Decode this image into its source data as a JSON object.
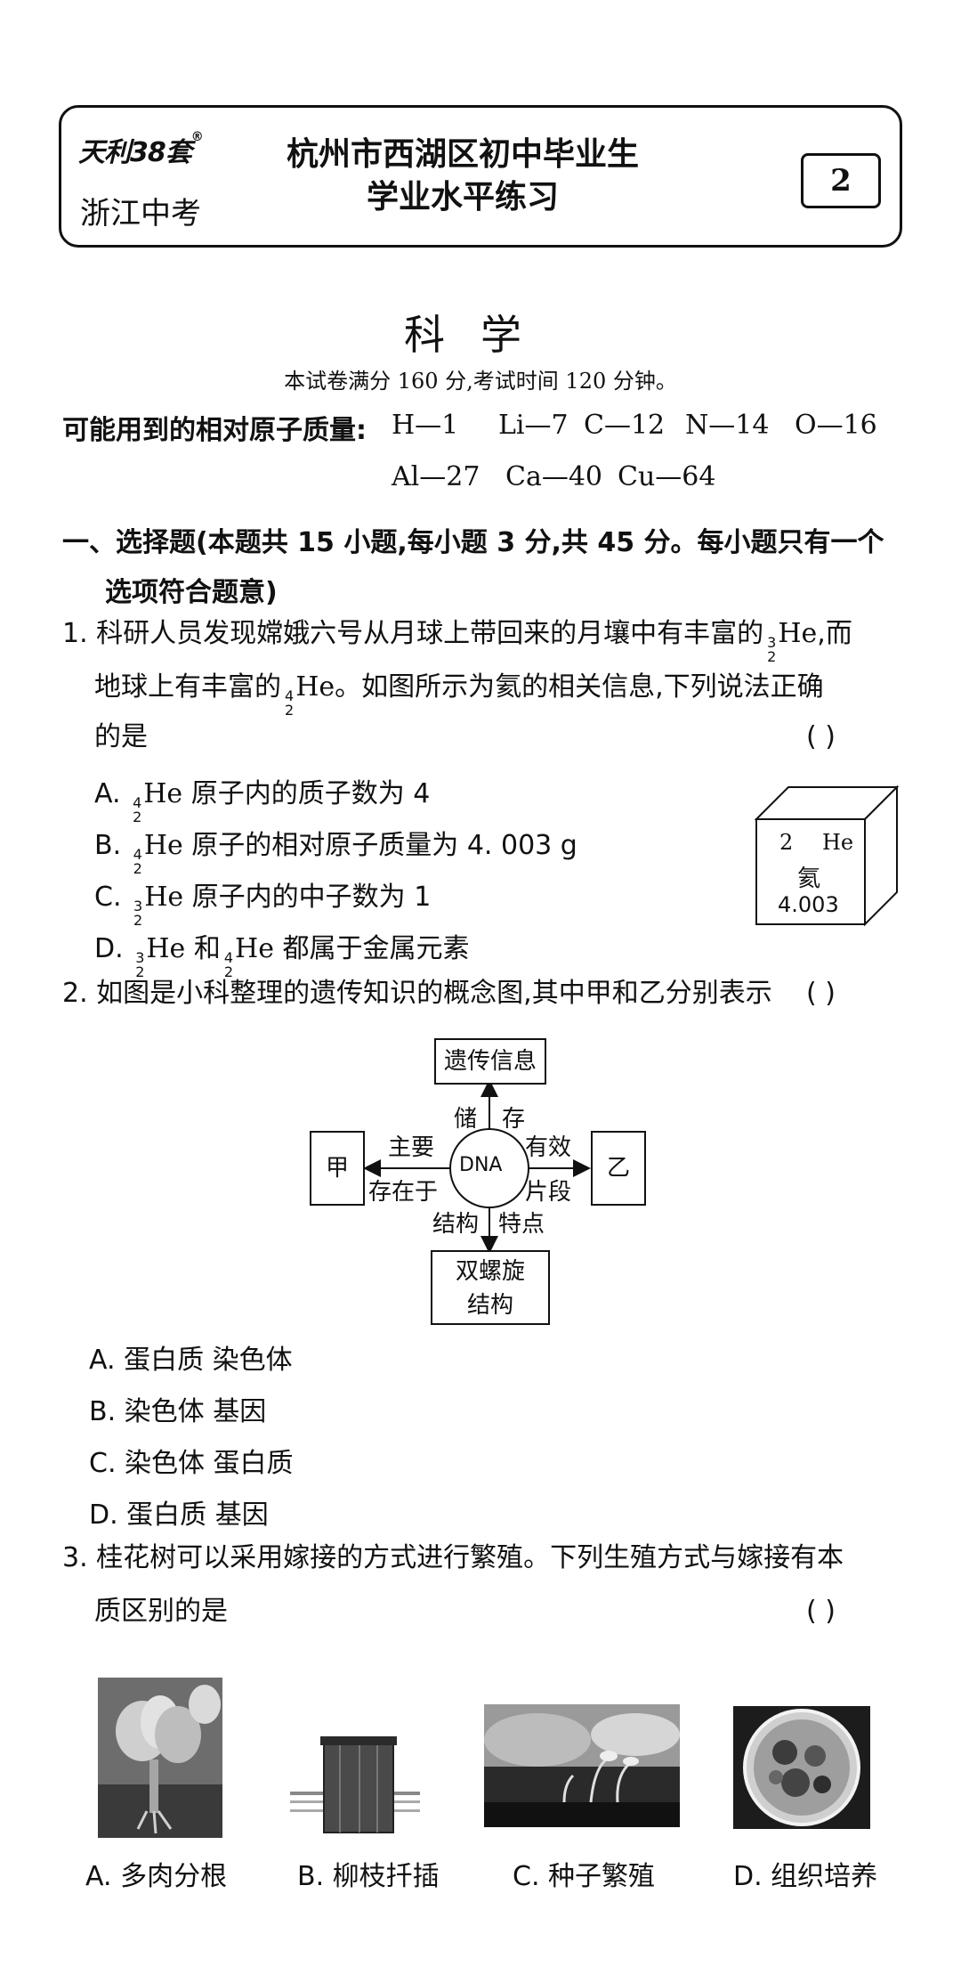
{
  "header": {
    "brand": "天利38套",
    "brand_sub": "浙江中考",
    "title_line1": "杭州市西湖区初中毕业生",
    "title_line2": "学业水平练习",
    "set_number": "2"
  },
  "subject": "科学",
  "exam_info": "本试卷满分 160 分,考试时间 120 分钟。",
  "atomic_masses": {
    "label": "可能用到的相对原子质量:",
    "row1": [
      "H—1",
      "Li—7",
      "C—12",
      "N—14",
      "O—16"
    ],
    "row2": [
      "Al—27",
      "Ca—40",
      "Cu—64"
    ]
  },
  "section1": {
    "title_line1": "一、选择题(本题共 15 小题,每小题 3 分,共 45 分。每小题只有一个",
    "title_line2": "选项符合题意)"
  },
  "q1": {
    "line1_a": "1. 科研人员发现嫦娥六号从月球上带回来的月壤中有丰富的",
    "line1_b": ",而",
    "line2_a": "地球上有丰富的",
    "line2_b": "。如图所示为氦的相关信息,下列说法正确",
    "line3": "的是",
    "paren": "(     )",
    "options": [
      {
        "prefix": "A. ",
        "mass": "4",
        "z": "2",
        "sym": "He",
        "text": " 原子内的质子数为 4"
      },
      {
        "prefix": "B. ",
        "mass": "4",
        "z": "2",
        "sym": "He",
        "text": " 原子的相对原子质量为 4. 003 g"
      },
      {
        "prefix": "C. ",
        "mass": "3",
        "z": "2",
        "sym": "He",
        "text": " 原子内的中子数为 1"
      },
      {
        "prefix": "D. ",
        "mass": "3",
        "z": "2",
        "sym": "He",
        "text": " 和",
        "mass2": "4",
        "z2": "2",
        "sym2": "He",
        "text2": " 都属于金属元素"
      }
    ],
    "he3": {
      "mass": "3",
      "z": "2",
      "sym": "He"
    },
    "he4": {
      "mass": "4",
      "z": "2",
      "sym": "He"
    },
    "element_card": {
      "number": "2",
      "symbol": "He",
      "name": "氦",
      "mass": "4.003"
    }
  },
  "q2": {
    "stem": "2. 如图是小科整理的遗传知识的概念图,其中甲和乙分别表示",
    "paren": "(     )",
    "diagram": {
      "top": "遗传信息",
      "left": "甲",
      "right": "乙",
      "center": "DNA",
      "bottom_line1": "双螺旋",
      "bottom_line2": "结构",
      "up_left": "储",
      "up_right": "存",
      "left_top": "主要",
      "left_bottom": "存在于",
      "right_top": "有效",
      "right_bottom": "片段",
      "down_left": "结构",
      "down_right": "特点"
    },
    "options": [
      "A. 蛋白质 染色体",
      "B. 染色体 基因",
      "C. 染色体 蛋白质",
      "D. 蛋白质 基因"
    ]
  },
  "q3": {
    "line1": "3. 桂花树可以采用嫁接的方式进行繁殖。下列生殖方式与嫁接有本",
    "line2": "质区别的是",
    "paren": "(     )",
    "captions": [
      "A. 多肉分根",
      "B. 柳枝扦插",
      "C. 种子繁殖",
      "D. 组织培养"
    ]
  }
}
